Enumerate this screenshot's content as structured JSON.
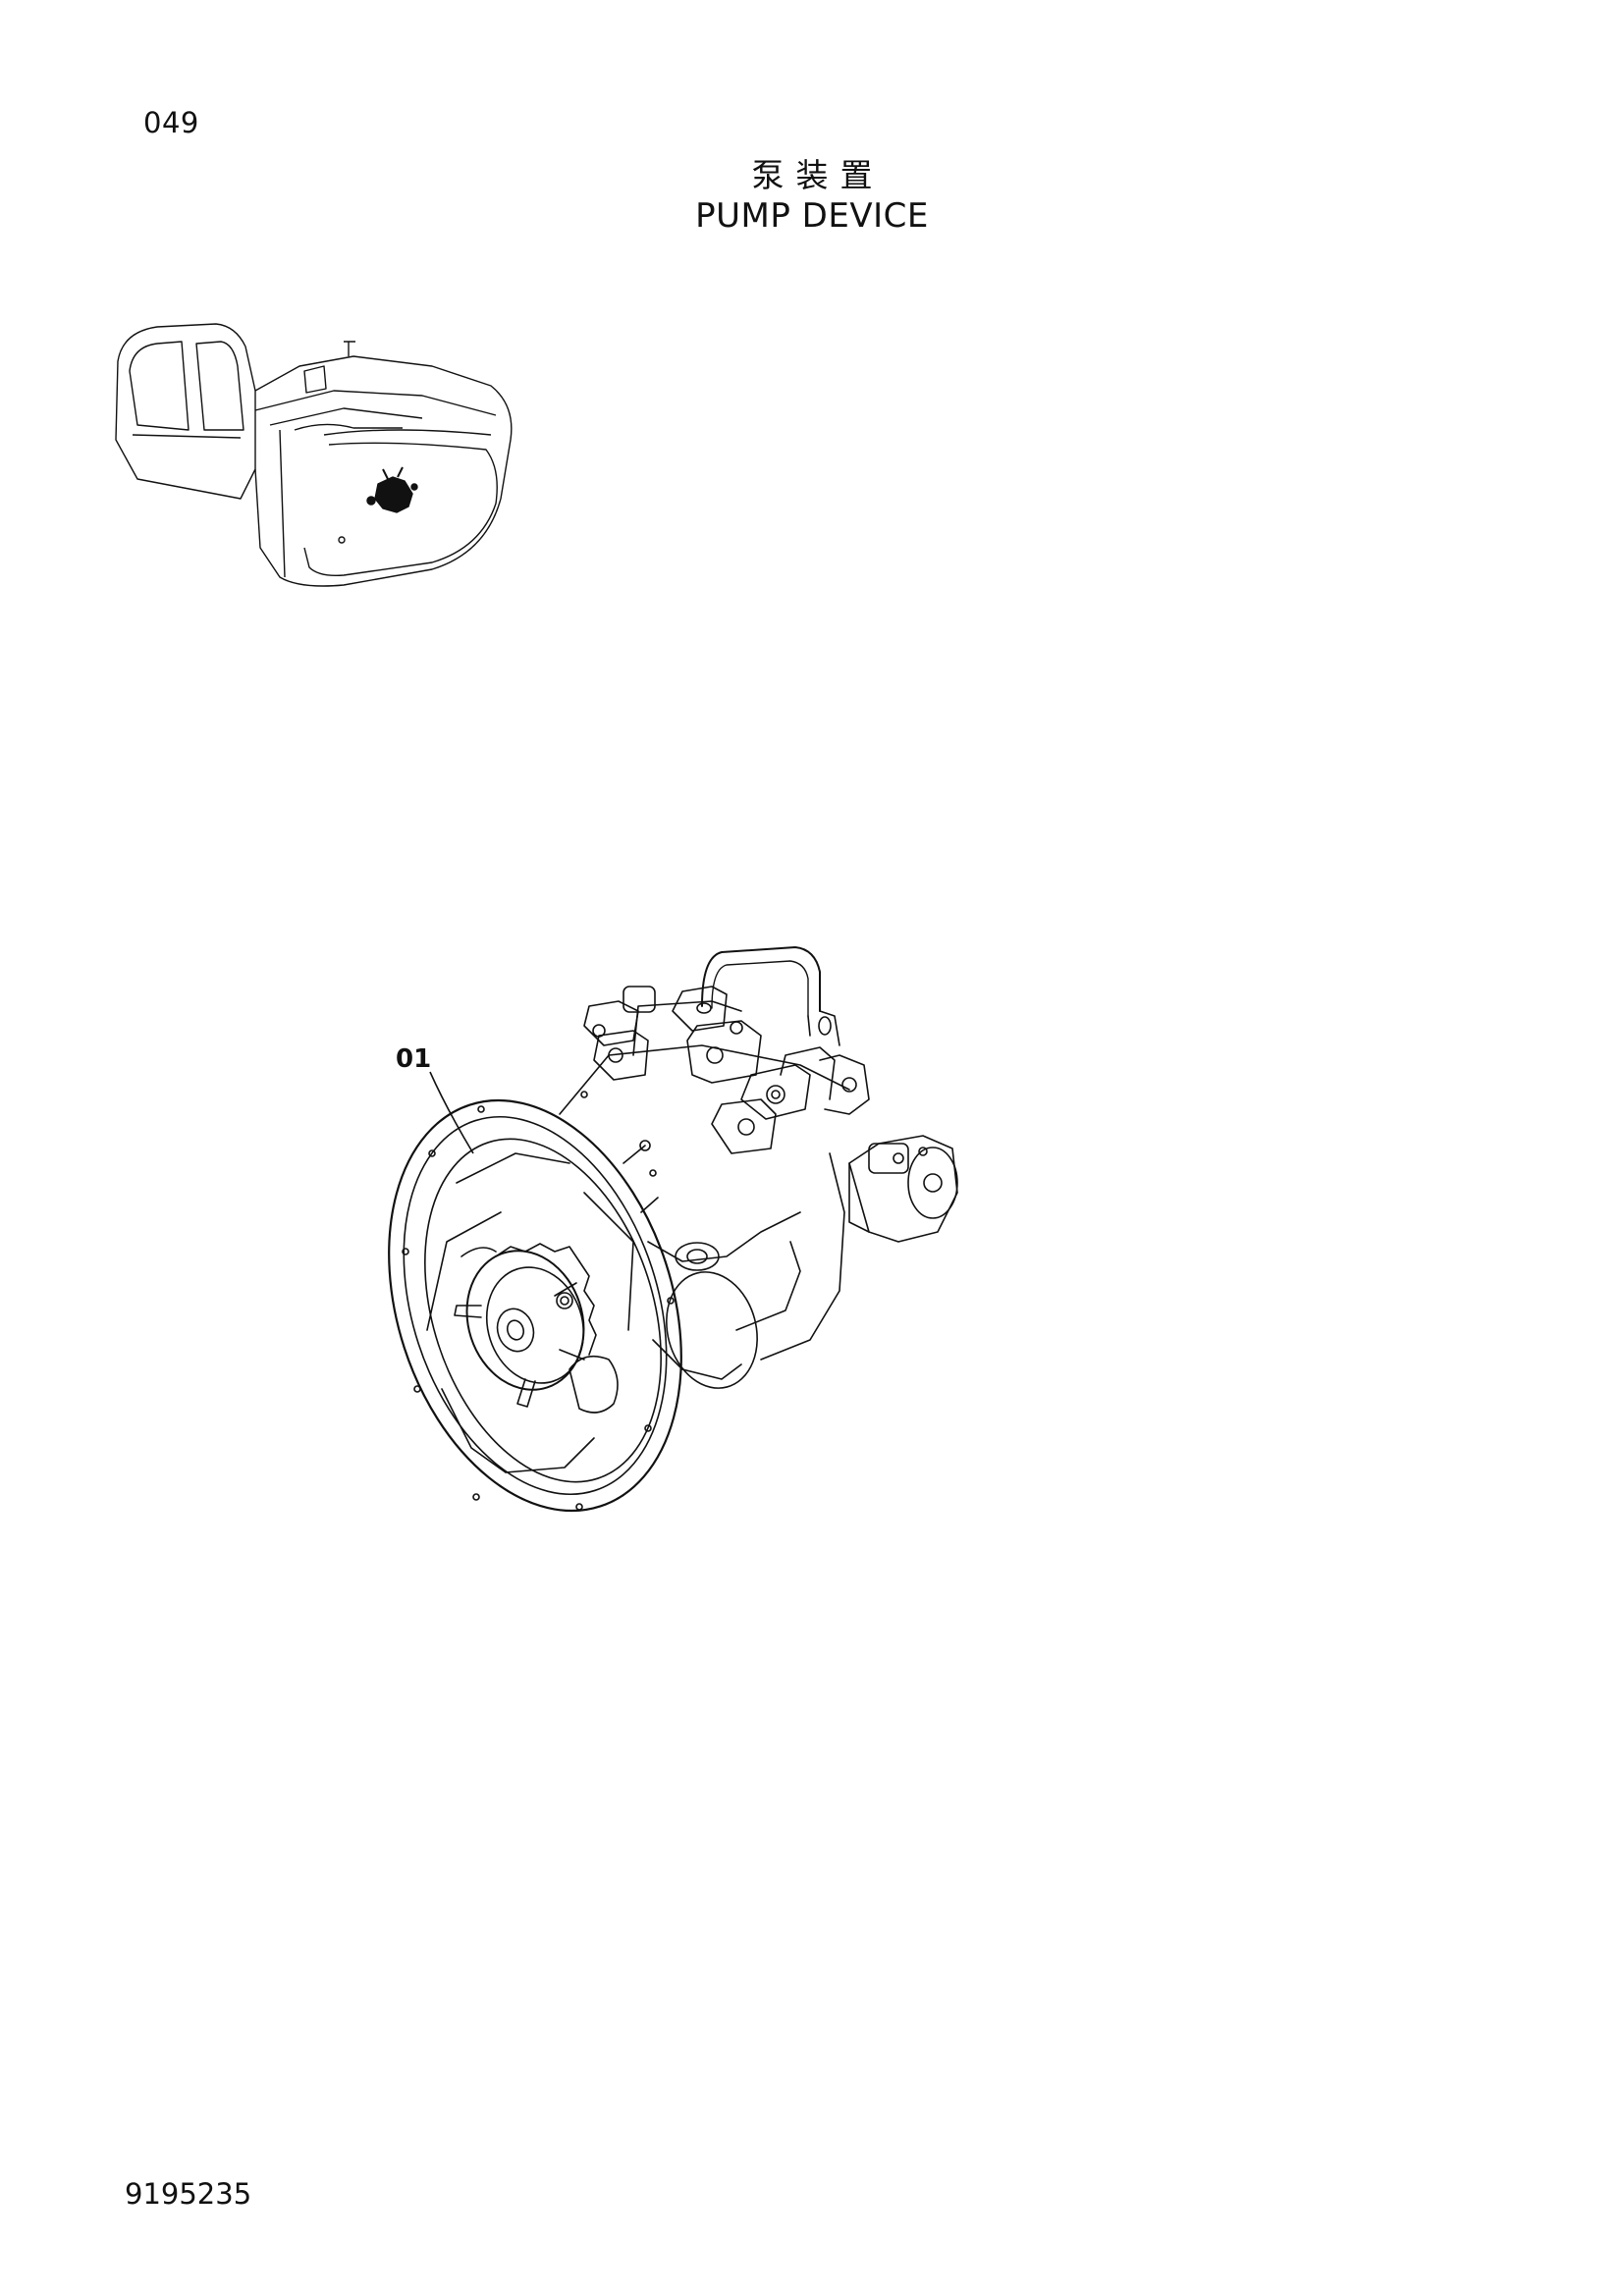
{
  "header": {
    "page_number": "049",
    "title_cn": "泵装置",
    "title_en": "PUMP DEVICE"
  },
  "figure": {
    "callout_label": "01"
  },
  "footer": {
    "document_id": "9195235"
  },
  "colors": {
    "line": "#111111",
    "background": "#ffffff"
  }
}
